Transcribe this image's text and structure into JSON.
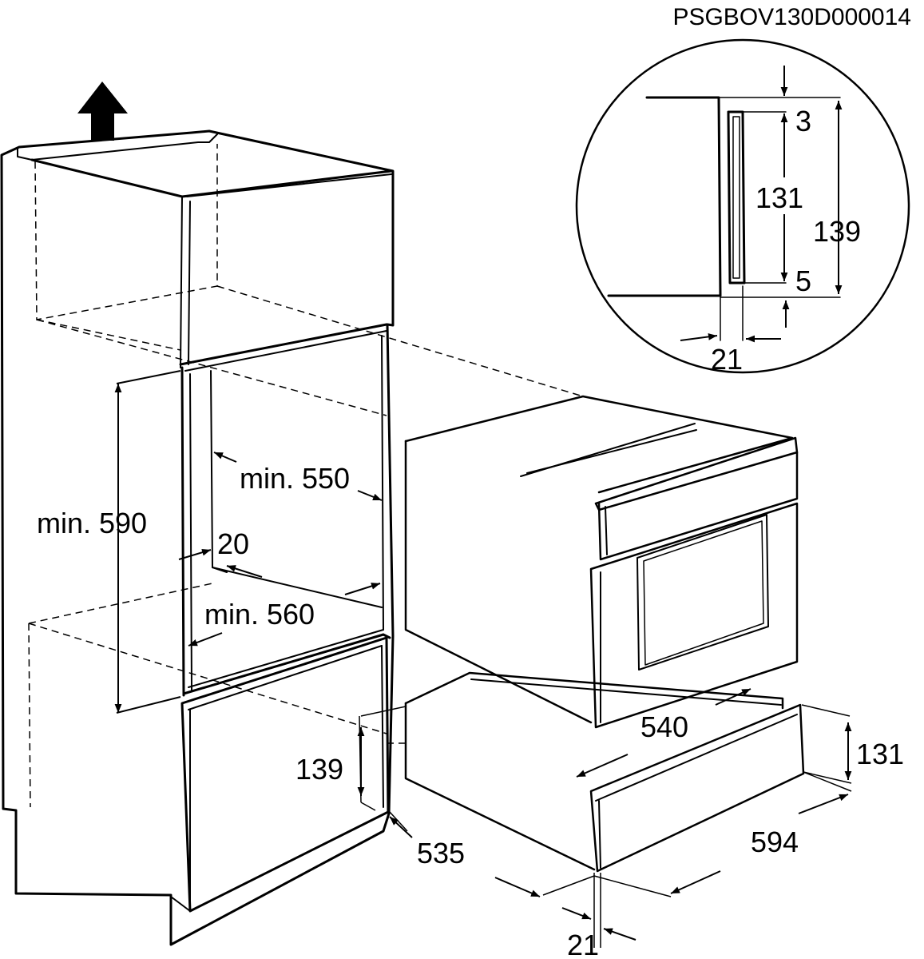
{
  "diagram": {
    "code": "PSGBOV130D000014",
    "labels": {
      "min_550": "min. 550",
      "min_590": "min. 590",
      "min_560": "min. 560",
      "gap_20": "20",
      "niche_139": "139",
      "depth_535": "535",
      "front_21": "21",
      "drawer_540": "540",
      "drawer_594": "594",
      "drawer_131": "131"
    },
    "detail": {
      "top_gap": "3",
      "inner_height": "131",
      "total_height": "139",
      "bottom_gap": "5",
      "thickness": "21"
    }
  }
}
